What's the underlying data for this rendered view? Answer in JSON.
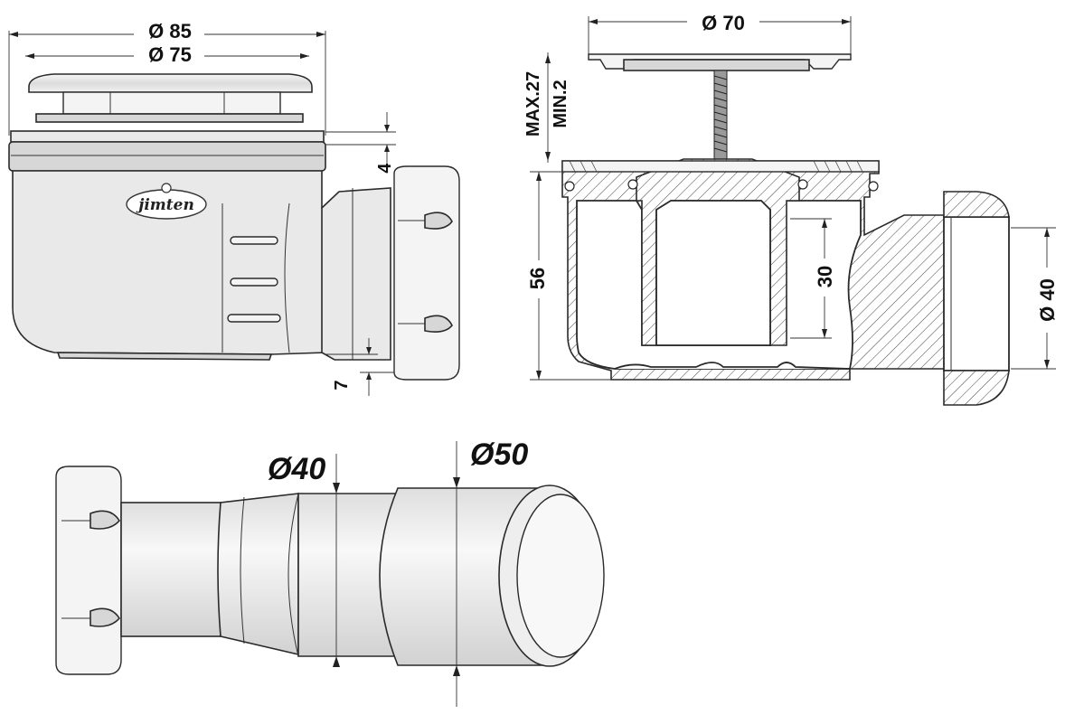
{
  "brand": {
    "logo_text": "jimten"
  },
  "top_left_view": {
    "dia_outer": "Ø 85",
    "dia_inner": "Ø 75",
    "dim_gap": "4",
    "dim_outlet": "7"
  },
  "section_view": {
    "dia_grate": "Ø 70",
    "adjust_max": "MAX.27",
    "adjust_min": "MIN.2",
    "height": "56",
    "water_seal": "30",
    "outlet_dia": "Ø 40"
  },
  "adapter_view": {
    "dia_small": "Ø40",
    "dia_large": "Ø50"
  }
}
